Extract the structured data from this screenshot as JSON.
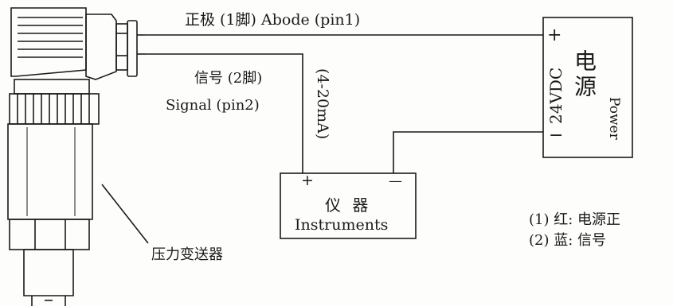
{
  "labels": {
    "pin1": "正极 (1脚) Abode (pin1)",
    "signal_cn": "信号 (2脚)",
    "signal_en": "Signal (pin2)",
    "current_range": "(4-20mA)",
    "power_voltage": "24VDC",
    "power_plus": "+",
    "power_minus": "−",
    "power_cn": "电源",
    "power_en": "Power",
    "instrument_plus": "+",
    "instrument_minus": "—",
    "instrument_cn": "仪 器",
    "instrument_en": "Instruments",
    "transmitter": "压力变送器"
  },
  "legend": [
    {
      "num": "(1)",
      "text": "红: 电源正"
    },
    {
      "num": "(2)",
      "text": "蓝: 信号"
    }
  ]
}
